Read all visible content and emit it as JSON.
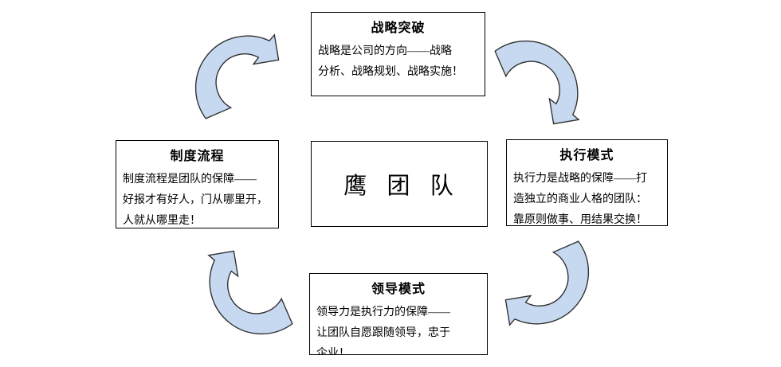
{
  "diagram": {
    "background_color": "#ffffff",
    "box_border_color": "#000000",
    "text_color": "#000000",
    "center": {
      "title": "鹰 团 队"
    },
    "nodes": {
      "top": {
        "title": "战略突破",
        "body_lines": [
          "战略是公司的方向——战略",
          "分析、战略规划、战略实施！"
        ]
      },
      "right": {
        "title": "执行模式",
        "body_lines": [
          "执行力是战略的保障——打",
          "造独立的商业人格的团队：",
          "靠原则做事、用结果交换！"
        ]
      },
      "bottom": {
        "title": "领导模式",
        "body_lines": [
          "领导力是执行力的保障——",
          "让团队自愿跟随领导，忠于",
          "企业！"
        ]
      },
      "left": {
        "title": "制度流程",
        "body_lines": [
          "制度流程是团队的保障——",
          "好报才有好人，门从哪里开，",
          "人就从哪里走！"
        ]
      }
    },
    "arrow_style": {
      "fill": "#C6D9F0",
      "stroke": "#2F2F2F",
      "stroke_width": "1.3"
    },
    "cycle_order": [
      "制度流程→战略突破",
      "战略突破→执行模式",
      "执行模式→领导模式",
      "领导模式→制度流程"
    ]
  }
}
